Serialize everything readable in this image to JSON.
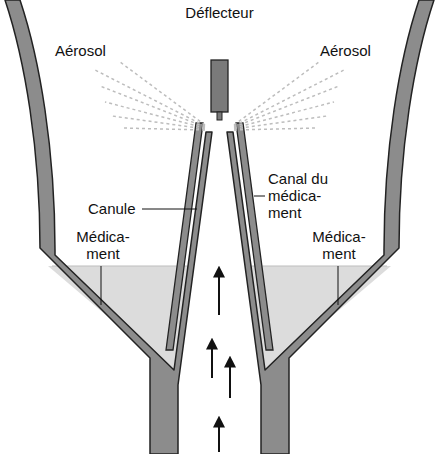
{
  "diagram": {
    "labels": [
      "Déflecteur",
      "Aérosol",
      "Aérosol",
      "Canule",
      "Canal du médica- ment",
      "Médica- ment",
      "Médica- ment"
    ]
  }
}
